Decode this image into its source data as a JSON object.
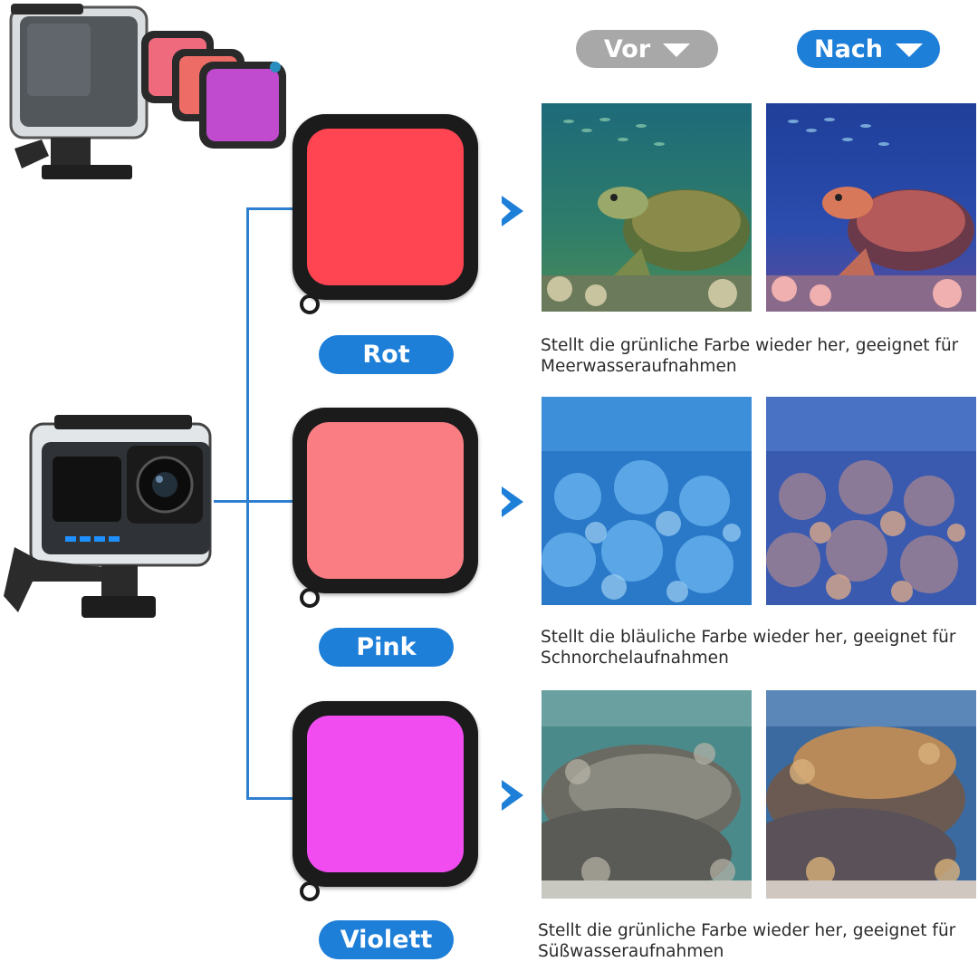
{
  "header": {
    "before_label": "Vor",
    "after_label": "Nach"
  },
  "filters": [
    {
      "name": "Rot",
      "color": "#ff4452",
      "description_line1": "Stellt die grünliche Farbe wieder her, geeignet für",
      "description_line2": "Meerwasseraufnahmen"
    },
    {
      "name": "Pink",
      "color": "#f97d82",
      "description_line1": "Stellt die bläuliche Farbe wieder her, geeignet für",
      "description_line2": "Schnorchelaufnahmen"
    },
    {
      "name": "Violett",
      "color": "#f04cf0",
      "description_line1": "Stellt die grünliche Farbe wieder her, geeignet für",
      "description_line2": "Süßwasseraufnahmen"
    }
  ],
  "colors": {
    "accent_blue": "#1e7fd8",
    "before_gray": "#a8a8a8",
    "frame_black": "#1b1b1b"
  },
  "icons": {
    "dropdown": "triangle-down-icon",
    "arrow": "play-arrow-icon"
  }
}
